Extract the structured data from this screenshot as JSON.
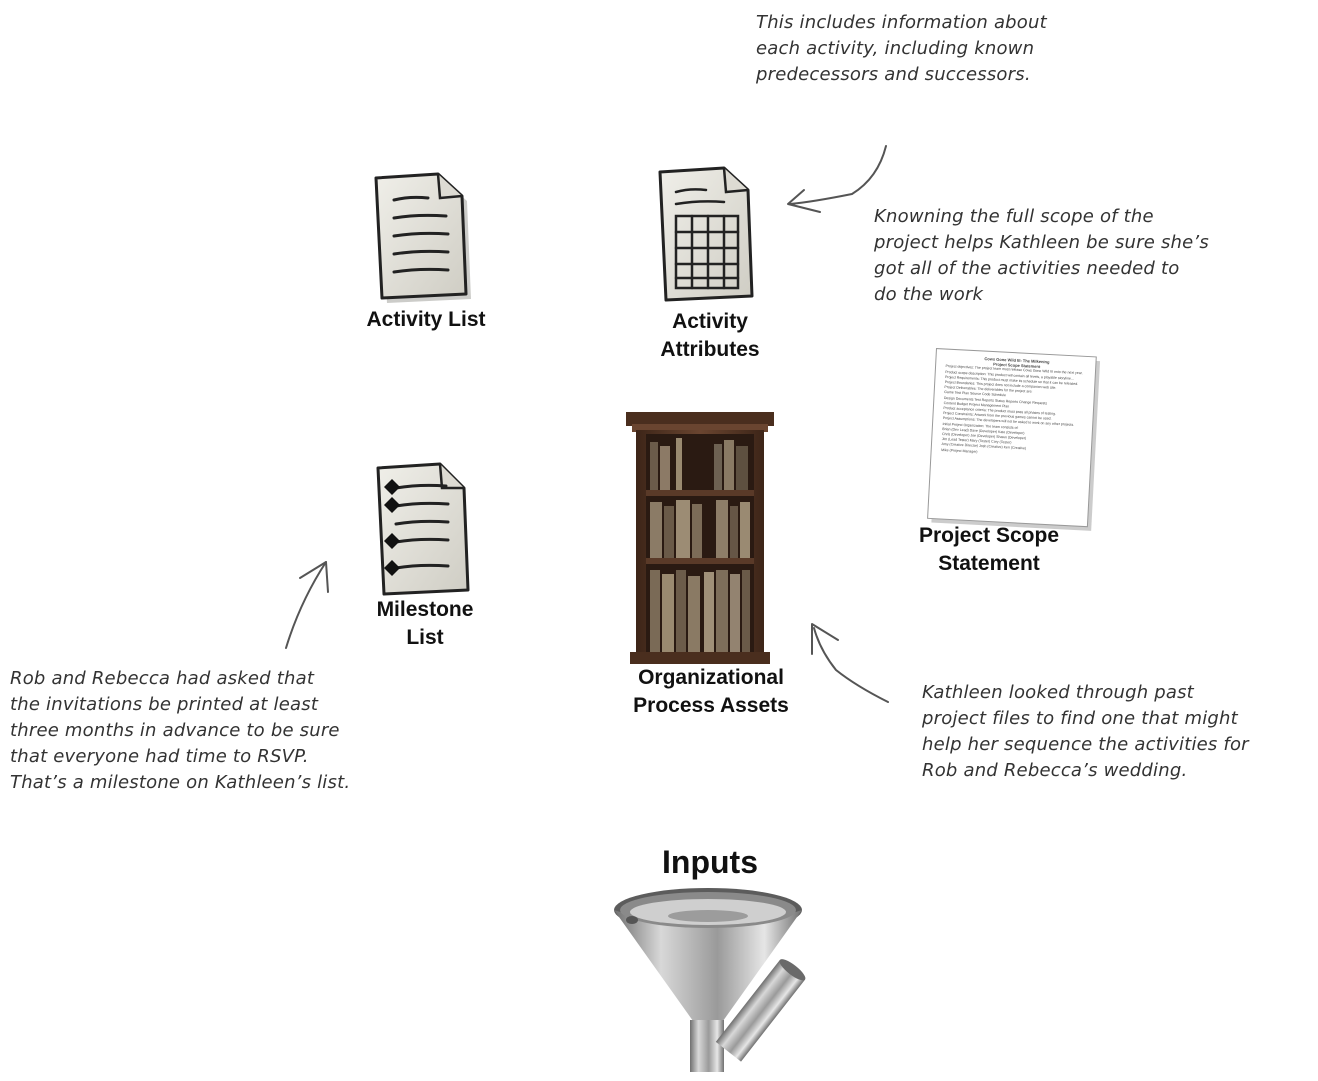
{
  "items": {
    "activity_list": "Activity List",
    "activity_attributes": [
      "Activity",
      "Attributes"
    ],
    "milestone_list": [
      "Milestone",
      "List"
    ],
    "org_process_assets": [
      "Organizational",
      "Process Assets"
    ],
    "project_scope_statement": [
      "Project Scope",
      "Statement"
    ]
  },
  "notes": {
    "attributes": [
      "This includes information about",
      "each activity, including known",
      "predecessors and successors."
    ],
    "scope": [
      "Knowning the full scope of the",
      "project helps Kathleen be sure she’s",
      "got all of the activities needed to",
      "do the work"
    ],
    "milestone": [
      "Rob and Rebecca had asked that",
      "the invitations be printed at least",
      "three months in advance to be sure",
      "that everyone had time to RSVP.",
      "That’s a milestone on Kathleen’s list."
    ],
    "assets": [
      "Kathleen looked through past",
      "project files to find one that might",
      "help her sequence the activities for",
      "Rob and Rebecca’s wedding."
    ]
  },
  "inputs_title": "Inputs",
  "doc_lines": {
    "title": [
      "Cows Gone Wild III: The Milkening",
      "Project Scope Statement"
    ],
    "body": [
      "Project objectives: The project team must release Cows Gone Wild III onto the next year.",
      "Product scope description: This product will contain all levels, a playable storyline...",
      "Project Requirements: This product must make its schedule so that it can be released.",
      "Project Boundaries: This project does not include a companion web site.",
      "Project Deliverables: The deliverables for the project are:",
      "Game   Test Plan   Source Code   Schedule",
      "Design Documents   Test Reports   Status Reports   Change Requests",
      "Content   Budget   Project Management Plan",
      "Product acceptance criteria: The product must pass all phases of testing.",
      "Project Constraints: Artwork from the previous games cannot be used.",
      "Project Assumptions: The developers will not be asked to work on any other projects.",
      "Initial Project Organization: The team consists of:",
      "Brian (Dev Lead)   Dave (Developer)   Kate (Developer)",
      "Chris (Developer)   Joe (Developer)   Shawn (Developer)",
      "Jim (Lead Tester)   Mary (Tester)   Cory (Tester)",
      "Amy (Creative Director)   Josh (Creative)   Ken (Creative)",
      "Mike (Project Manager)"
    ]
  },
  "colors": {
    "ink": "#111111",
    "handwriting": "#333333",
    "arrow": "#555555",
    "bookcase": "#5a3a28",
    "funnel": "#a8a8a8"
  }
}
